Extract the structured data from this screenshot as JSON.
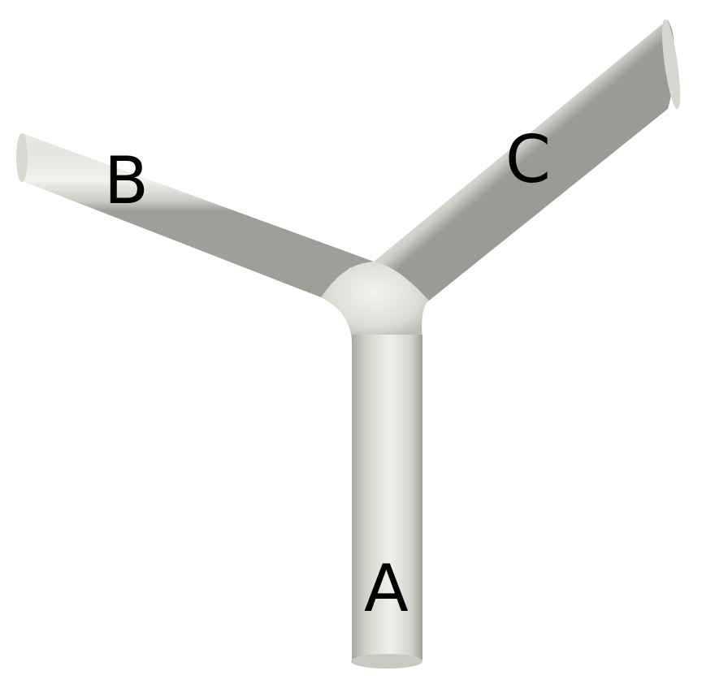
{
  "diagram": {
    "type": "y-junction-tube",
    "colors": {
      "background": "#ffffff",
      "tube_light": "#f2f1ec",
      "tube_mid": "#dcdbd4",
      "tube_dark": "#a9a9a3",
      "label": "#000000"
    },
    "labels": {
      "a": "A",
      "b": "B",
      "c": "C"
    }
  }
}
